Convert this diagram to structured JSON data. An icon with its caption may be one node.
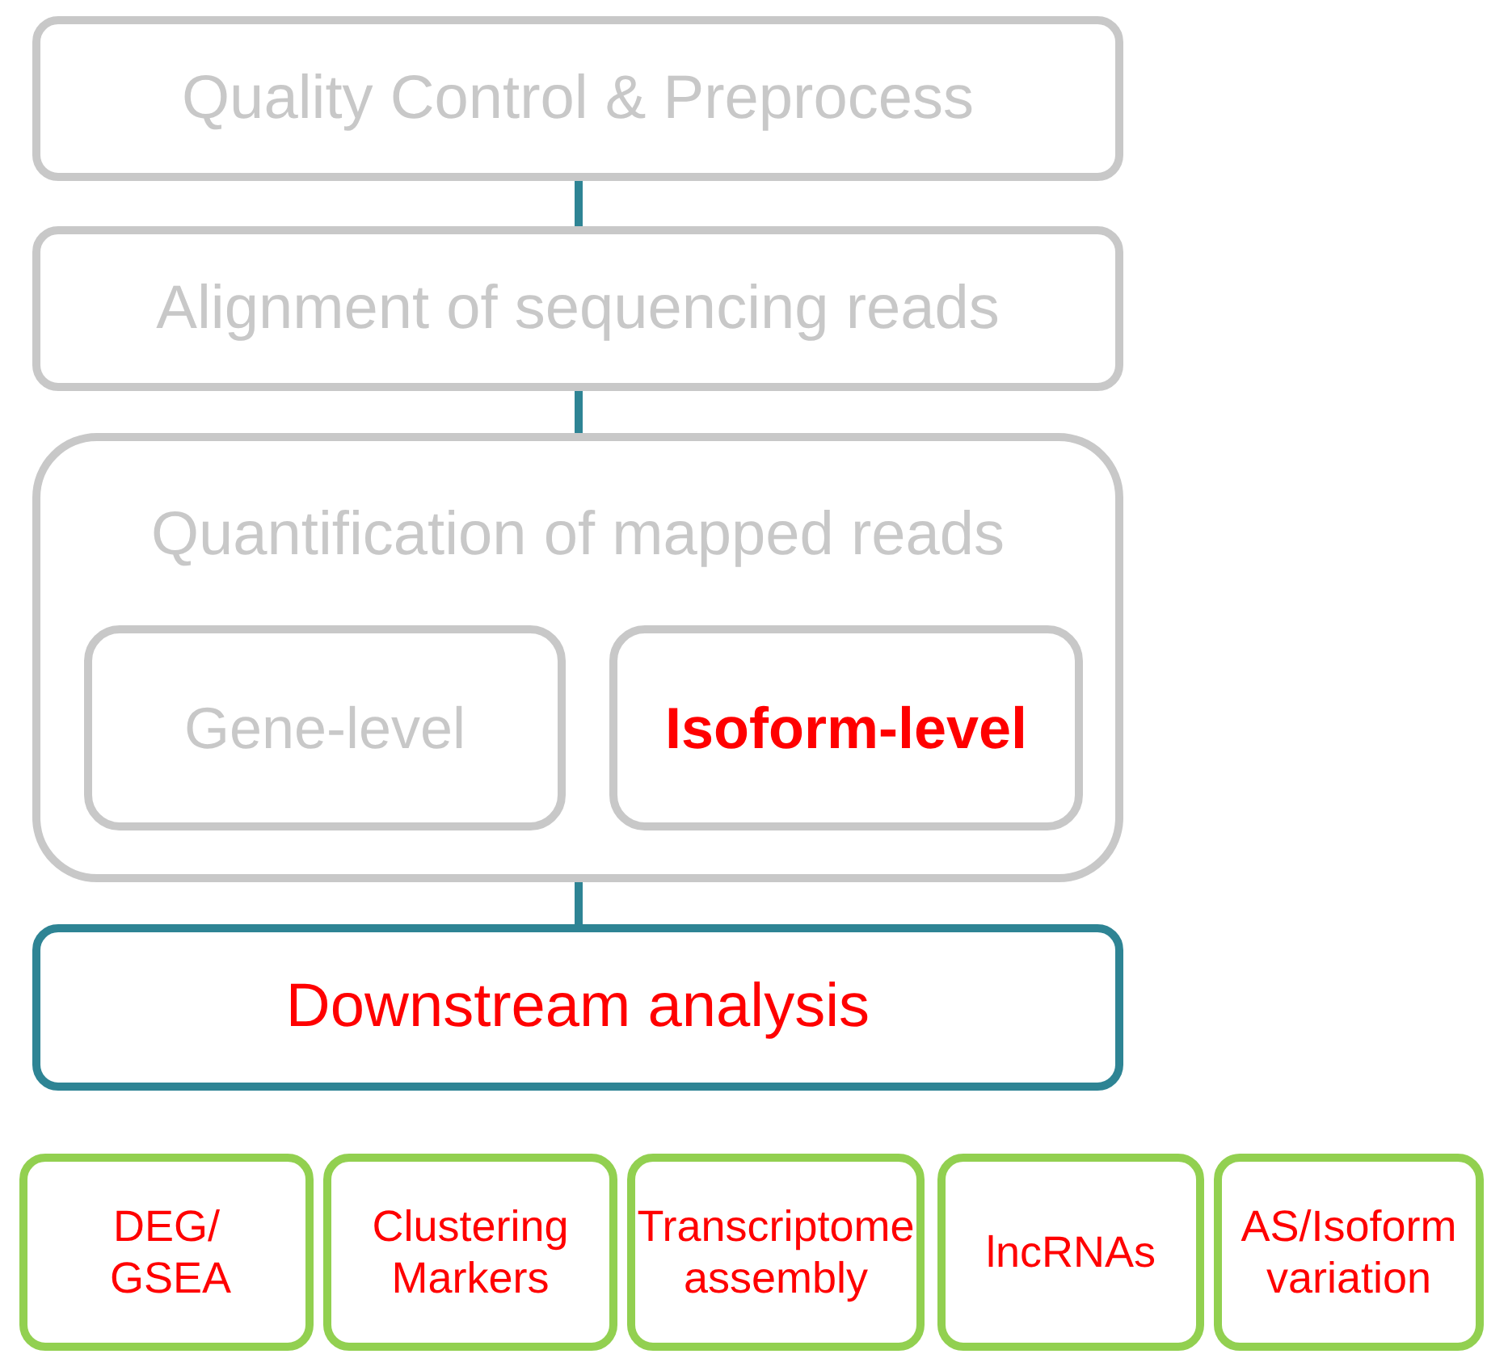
{
  "diagram": {
    "nodes": [
      {
        "text": [
          "Quality Control & Preprocess"
        ]
      },
      {
        "text": [
          "Alignment of sequencing reads"
        ]
      },
      {
        "text": [
          "Quantification of mapped reads"
        ]
      },
      {
        "text": [
          "Gene-level"
        ],
        "in": 2
      },
      {
        "text": [
          "Isoform-level"
        ],
        "in": 2
      },
      {
        "text": [
          "Downstream analysis"
        ]
      },
      {
        "text": [
          "DEG/ GSEA"
        ]
      },
      {
        "text": [
          "Clustering Markers"
        ]
      },
      {
        "text": [
          "Transcriptome assembly"
        ]
      },
      {
        "text": [
          "lncRNAs"
        ]
      },
      {
        "text": [
          "AS/Isoform variation"
        ]
      }
    ],
    "edges": [
      {
        "from": 0,
        "to": 1,
        "arrow": "none"
      },
      {
        "from": 1,
        "to": 2,
        "arrow": "none"
      },
      {
        "from": 2,
        "to": 5,
        "arrow": "none"
      }
    ]
  }
}
